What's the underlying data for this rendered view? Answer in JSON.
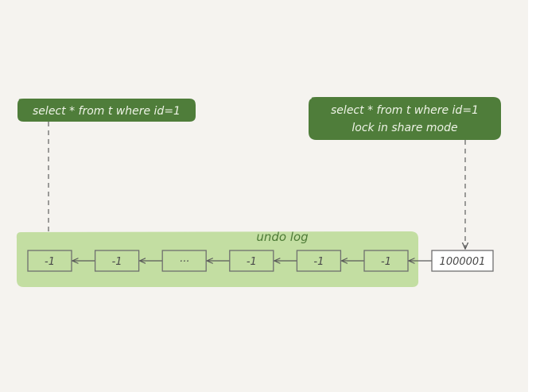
{
  "query_left": {
    "line1": "select * from t where id=1"
  },
  "query_right": {
    "line1": "select * from t where id=1",
    "line2": "lock in share mode"
  },
  "undo_log": {
    "label": "undo log",
    "versions": [
      "-1",
      "-1",
      "···",
      "-1",
      "-1",
      "-1"
    ]
  },
  "current_row": {
    "value": "1000001"
  },
  "colors": {
    "background": "#f5f3ef",
    "pill_green": "#4f7d3a",
    "pill_text": "#eef3e6",
    "undo_band": "#c3dea2",
    "undo_label": "#4d7a36",
    "box_stroke": "#6f6f6f",
    "box_fill_undo": "#c3dea2",
    "box_fill_current": "#ffffff"
  }
}
